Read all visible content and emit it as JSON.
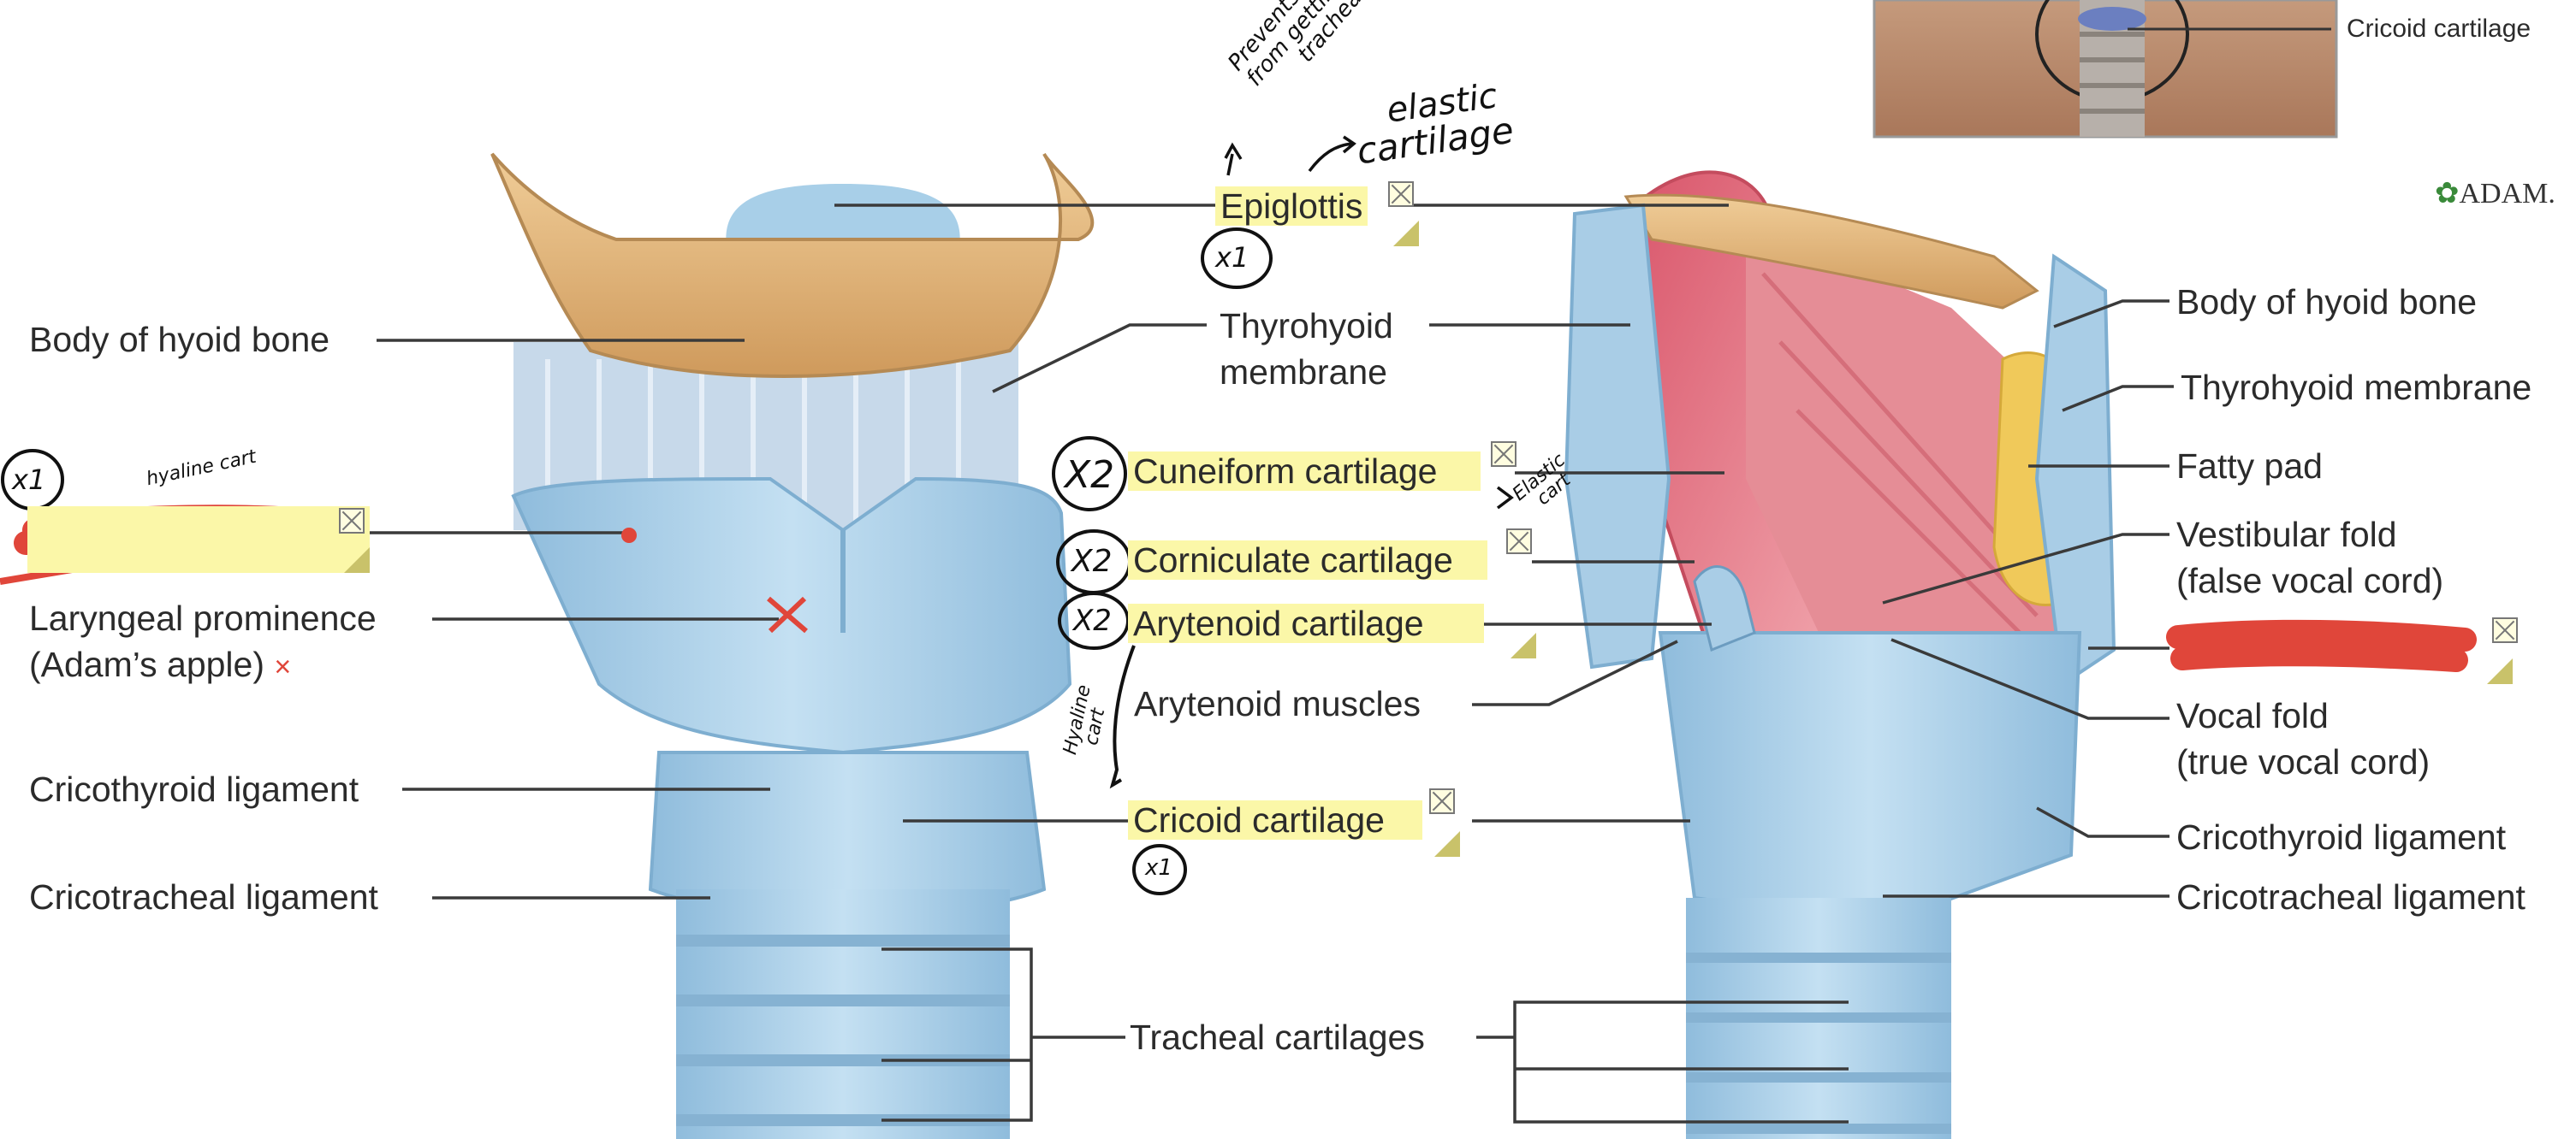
{
  "labels_left": {
    "body_hyoid": "Body of hyoid bone",
    "laryngeal_prominence_1": "Laryngeal prominence",
    "laryngeal_prominence_2": "(Adam’s apple)",
    "cricothyroid": "Cricothyroid ligament",
    "cricotracheal": "Cricotracheal ligament"
  },
  "labels_center": {
    "epiglottis": "Epiglottis",
    "thyrohyoid_1": "Thyrohyoid",
    "thyrohyoid_2": "membrane",
    "cuneiform": "Cuneiform cartilage",
    "corniculate": "Corniculate cartilage",
    "arytenoid": "Arytenoid cartilage",
    "arytenoid_muscles": "Arytenoid muscles",
    "cricoid": "Cricoid cartilage",
    "tracheal": "Tracheal cartilages"
  },
  "labels_right": {
    "body_hyoid": "Body of hyoid bone",
    "thyrohyoid": "Thyrohyoid membrane",
    "fatty_pad": "Fatty pad",
    "vestibular_1": "Vestibular fold",
    "vestibular_2": "(false vocal cord)",
    "vocal_1": "Vocal fold",
    "vocal_2": "(true vocal cord)",
    "cricothyroid": "Cricothyroid ligament",
    "cricotracheal": "Cricotracheal ligament"
  },
  "inset": {
    "label": "Cricoid cartilage",
    "logo": "ADAM."
  },
  "annotations": {
    "prevents_1": "Prevents food",
    "prevents_2": "from getting into",
    "prevents_3": "trachea",
    "elastic_1": "elastic",
    "elastic_2": "cartilage",
    "hyaline_top": "hyaline cart",
    "elastic_cart_1": "Elastic",
    "elastic_cart_2": "cart",
    "hyaline_side_1": "Hyaline",
    "hyaline_side_2": "cart",
    "x1_a": "x1",
    "x1_b": "x1",
    "x1_c": "x1",
    "x2_a": "X2",
    "x2_b": "X2",
    "x2_c": "X2",
    "red_x": "×"
  },
  "colors": {
    "highlight": "#fbf7a8",
    "cartilage_blue": "#a9cde6",
    "hyoid_tan": "#e2b57a",
    "muscle_red": "#e07a86",
    "fat_yellow": "#f0c95a",
    "redact_red": "#e0463a"
  }
}
